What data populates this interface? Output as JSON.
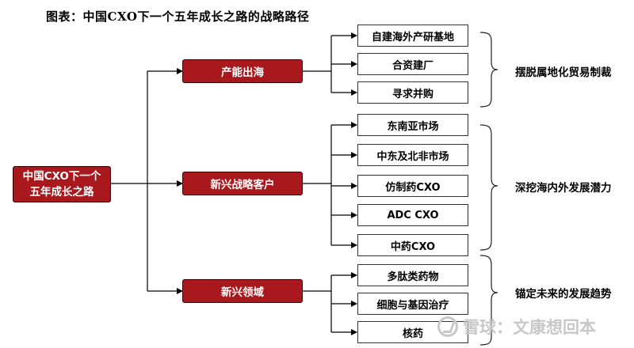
{
  "title": "图表：中国CXO下一个五年成长之路的战略路径",
  "root": {
    "line1": "中国CXO下一个",
    "line2": "五年成长之路"
  },
  "branches": [
    {
      "label": "产能出海",
      "items": [
        "自建海外产研基地",
        "合资建厂",
        "寻求并购"
      ],
      "summary": "摆脱属地化贸易制裁"
    },
    {
      "label": "新兴战略客户",
      "items": [
        "东南亚市场",
        "中东及北非市场",
        "仿制药CXO",
        "ADC CXO",
        "中药CXO"
      ],
      "summary": "深挖海内外发展潜力"
    },
    {
      "label": "新兴领域",
      "items": [
        "多肽类药物",
        "细胞与基因治疗",
        "核药"
      ],
      "summary": "锚定未来的发展趋势"
    }
  ],
  "watermark": "雪球：文康想回本",
  "colors": {
    "node_red": "#a8181c",
    "line": "#000000"
  }
}
